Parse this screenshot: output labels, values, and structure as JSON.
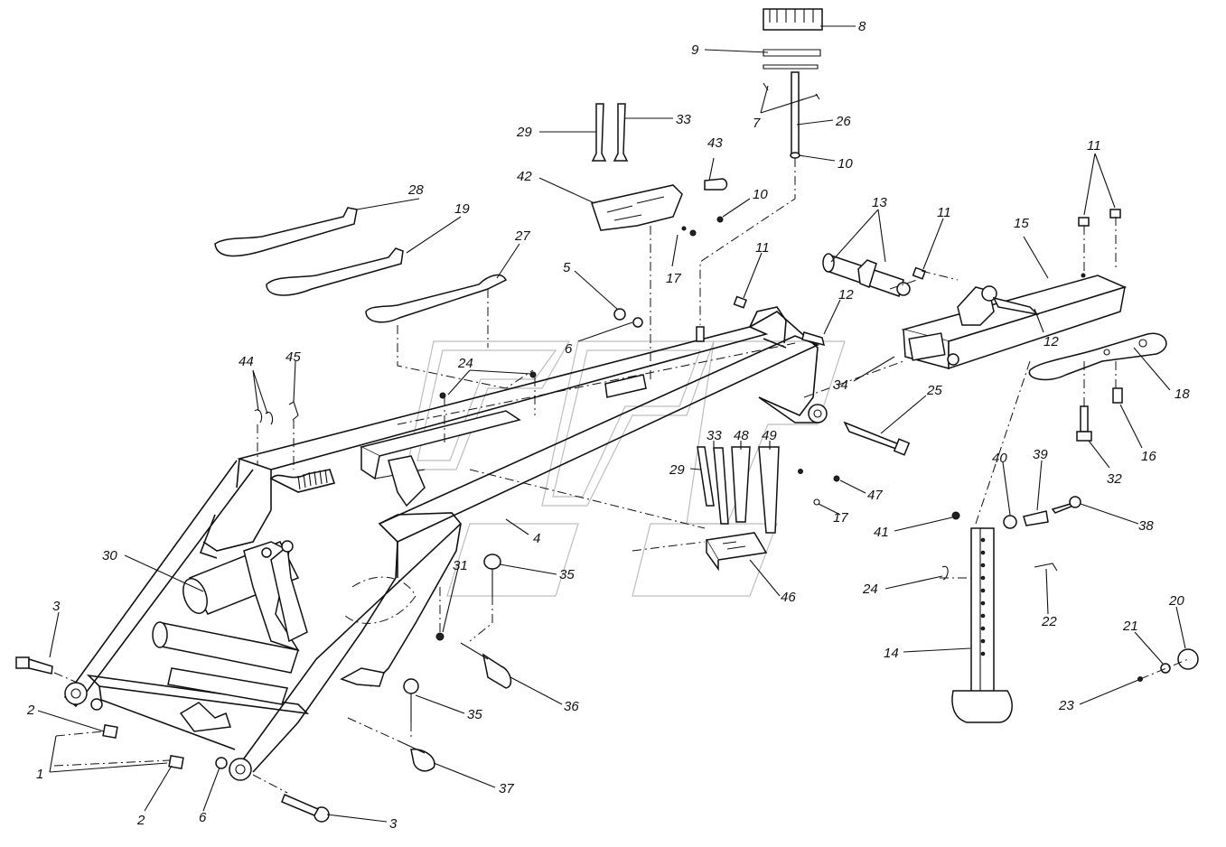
{
  "labels": [
    {
      "id": "l8",
      "text": "8"
    },
    {
      "id": "l9",
      "text": "9"
    },
    {
      "id": "l7",
      "text": "7"
    },
    {
      "id": "l26",
      "text": "26"
    },
    {
      "id": "l10a",
      "text": "10"
    },
    {
      "id": "l29a",
      "text": "29"
    },
    {
      "id": "l33a",
      "text": "33"
    },
    {
      "id": "l43",
      "text": "43"
    },
    {
      "id": "l42",
      "text": "42"
    },
    {
      "id": "l10b",
      "text": "10"
    },
    {
      "id": "l17a",
      "text": "17"
    },
    {
      "id": "l13",
      "text": "13"
    },
    {
      "id": "l11a",
      "text": "11"
    },
    {
      "id": "l11b",
      "text": "11"
    },
    {
      "id": "l11c",
      "text": "11"
    },
    {
      "id": "l15",
      "text": "15"
    },
    {
      "id": "l28",
      "text": "28"
    },
    {
      "id": "l19",
      "text": "19"
    },
    {
      "id": "l27",
      "text": "27"
    },
    {
      "id": "l5",
      "text": "5"
    },
    {
      "id": "l6a",
      "text": "6"
    },
    {
      "id": "l12a",
      "text": "12"
    },
    {
      "id": "l12b",
      "text": "12"
    },
    {
      "id": "l18",
      "text": "18"
    },
    {
      "id": "l44",
      "text": "44"
    },
    {
      "id": "l45",
      "text": "45"
    },
    {
      "id": "l24a",
      "text": "24"
    },
    {
      "id": "l34",
      "text": "34"
    },
    {
      "id": "l25",
      "text": "25"
    },
    {
      "id": "l16",
      "text": "16"
    },
    {
      "id": "l32",
      "text": "32"
    },
    {
      "id": "l33b",
      "text": "33"
    },
    {
      "id": "l48",
      "text": "48"
    },
    {
      "id": "l49",
      "text": "49"
    },
    {
      "id": "l29b",
      "text": "29"
    },
    {
      "id": "l47",
      "text": "47"
    },
    {
      "id": "l17b",
      "text": "17"
    },
    {
      "id": "l40",
      "text": "40"
    },
    {
      "id": "l39",
      "text": "39"
    },
    {
      "id": "l38",
      "text": "38"
    },
    {
      "id": "l41",
      "text": "41"
    },
    {
      "id": "l4",
      "text": "4"
    },
    {
      "id": "l30",
      "text": "30"
    },
    {
      "id": "l31",
      "text": "31"
    },
    {
      "id": "l35a",
      "text": "35"
    },
    {
      "id": "l46",
      "text": "46"
    },
    {
      "id": "l24b",
      "text": "24"
    },
    {
      "id": "l22",
      "text": "22"
    },
    {
      "id": "l3a",
      "text": "3"
    },
    {
      "id": "l36",
      "text": "36"
    },
    {
      "id": "l20",
      "text": "20"
    },
    {
      "id": "l21",
      "text": "21"
    },
    {
      "id": "l14",
      "text": "14"
    },
    {
      "id": "l23",
      "text": "23"
    },
    {
      "id": "l2a",
      "text": "2"
    },
    {
      "id": "l1",
      "text": "1"
    },
    {
      "id": "l35b",
      "text": "35"
    },
    {
      "id": "l37",
      "text": "37"
    },
    {
      "id": "l2b",
      "text": "2"
    },
    {
      "id": "l6b",
      "text": "6"
    },
    {
      "id": "l3b",
      "text": "3"
    }
  ]
}
